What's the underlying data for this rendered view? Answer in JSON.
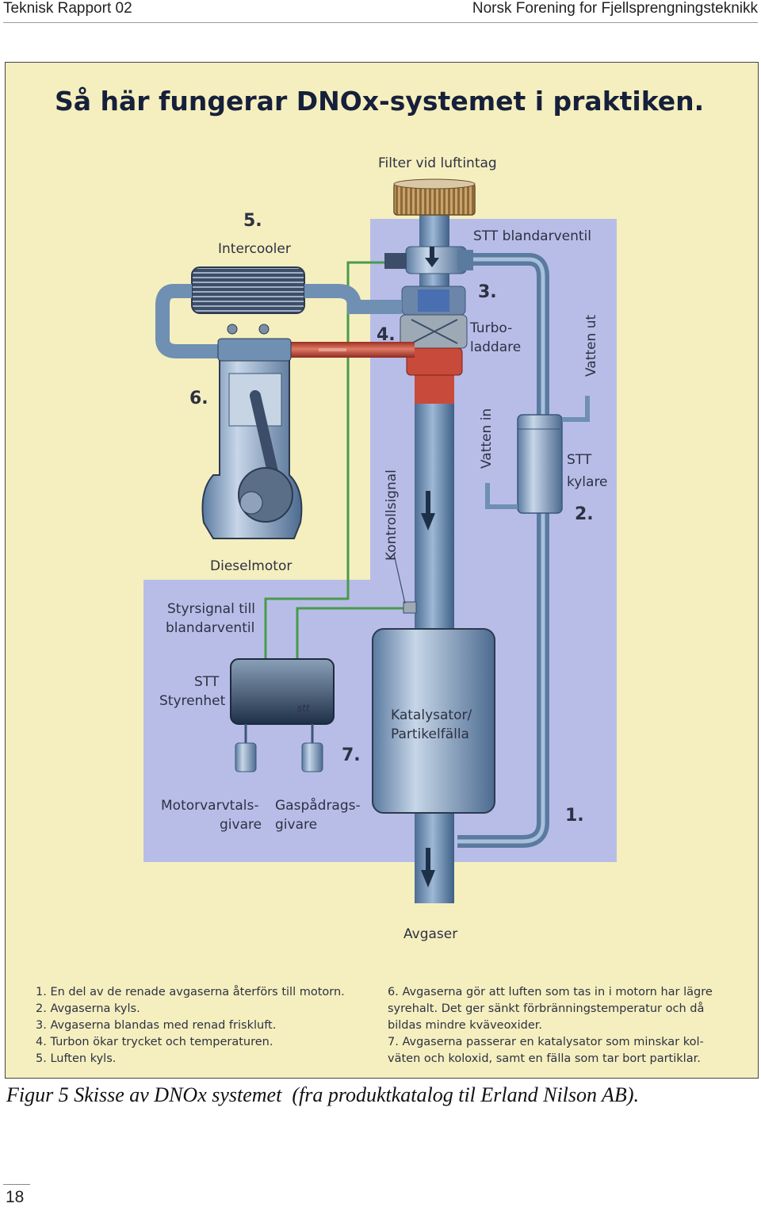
{
  "header": {
    "left": "Teknisk Rapport 02",
    "right": "Norsk Forening for Fjellsprengningsteknikk"
  },
  "figure": {
    "title": "Så här fungerar DNOx-systemet i praktiken.",
    "labels": {
      "filter": "Filter vid luftintag",
      "intercooler_num": "5.",
      "intercooler": "Intercooler",
      "blandarventil": "STT blandarventil",
      "turbo_num": "3.",
      "turbo_1": "Turbo-",
      "turbo_2": "laddare",
      "num4": "4.",
      "vatten_ut": "Vatten ut",
      "vatten_in": "Vatten in",
      "num6": "6.",
      "stt_kylare_1": "STT",
      "stt_kylare_2": "kylare",
      "num2": "2.",
      "kontrollsignal": "Kontrollsignal",
      "dieselmotor": "Dieselmotor",
      "styrsignal_1": "Styrsignal till",
      "styrsignal_2": "blandarventil",
      "styrenhet_1": "STT",
      "styrenhet_2": "Styrenhet",
      "katalysator_1": "Katalysator/",
      "katalysator_2": "Partikelfälla",
      "num7": "7.",
      "motorvarvtal_1": "Motorvarvtals-",
      "motorvarvtal_2": "givare",
      "gaspadrag_1": "Gaspådrags-",
      "gaspadrag_2": "givare",
      "num1": "1.",
      "avgaser": "Avgaser",
      "badge": "stt"
    },
    "legend_left": [
      "1. En del av de renade avgaserna återförs till motorn.",
      "2. Avgaserna kyls.",
      "3. Avgaserna blandas med renad friskluft.",
      "4. Turbon ökar trycket och temperaturen.",
      "5. Luften kyls."
    ],
    "legend_right": [
      "6. Avgaserna gör att luften som tas in i motorn har lägre",
      "syrehalt. Det ger sänkt förbränningstemperatur och då",
      "bildas mindre kväveoxider.",
      "7. Avgaserna passerar en katalysator som minskar kol-",
      "väten och koloxid, samt en fälla som tar bort partiklar."
    ],
    "colors": {
      "background": "#f5efbf",
      "panel": "#b8bde8",
      "pipe": "#6f8fb3",
      "hot": "#c84a3a",
      "signal": "#4a9a4a"
    }
  },
  "caption": "Figur 5 Skisse av DNOx systemet  (fra produktkatalog til Erland Nilson AB).",
  "page_number": "18"
}
